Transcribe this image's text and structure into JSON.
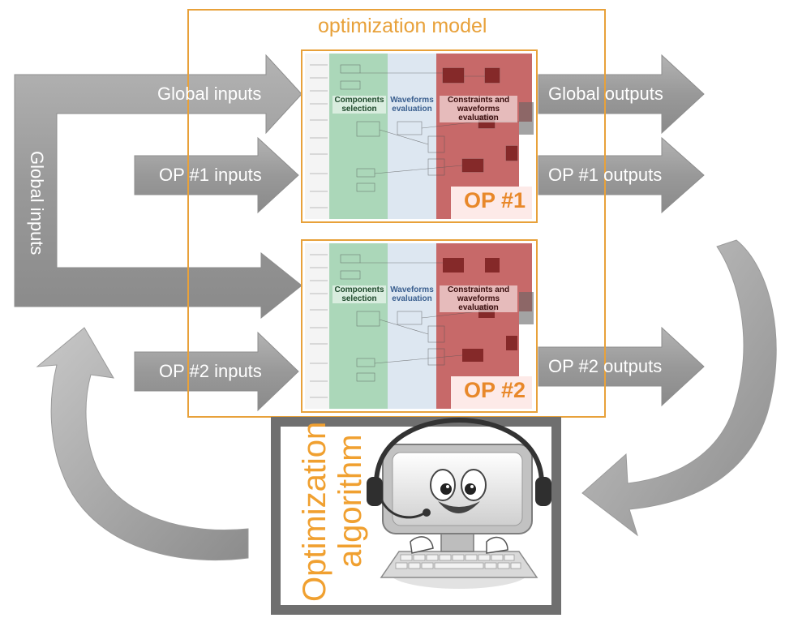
{
  "model": {
    "title": "optimization model"
  },
  "arrows": {
    "global_inputs_top": "Global inputs",
    "global_inputs_vertical": "Global inputs",
    "op1_inputs": "OP #1 inputs",
    "op2_inputs": "OP #2 inputs",
    "global_outputs": "Global outputs",
    "op1_outputs": "OP #1 outputs",
    "op2_outputs": "OP #2 outputs"
  },
  "op1": {
    "badge": "OP #1",
    "sections": [
      "Components selection",
      "Waveforms evaluation",
      "Constraints and waveforms evaluation"
    ]
  },
  "op2": {
    "badge": "OP #2",
    "sections": [
      "Components selection",
      "Waveforms evaluation",
      "Constraints and waveforms evaluation"
    ]
  },
  "algorithm": {
    "line1": "Optimization",
    "line2": "algorithm"
  },
  "colors": {
    "arrow": "#9a9a9a",
    "model_border": "#e8a13a",
    "components": "#8fc9a2",
    "waveforms": "#c9d8ea",
    "constraints": "#b94444",
    "algo_frame": "#6f6f6f"
  }
}
